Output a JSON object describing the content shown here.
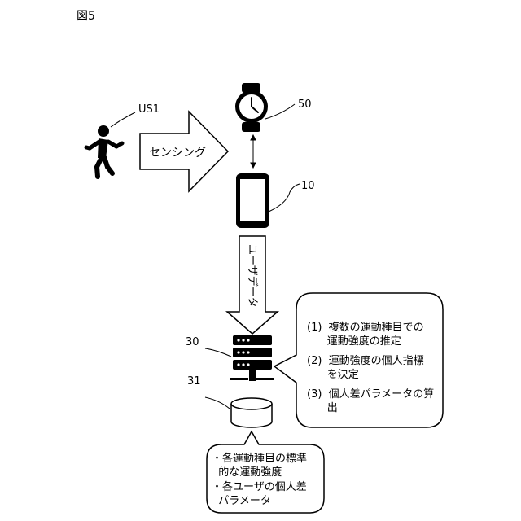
{
  "figure": {
    "title": "図5"
  },
  "labels": {
    "user_ref": "US1",
    "watch_ref": "50",
    "phone_ref": "10",
    "server_ref": "30",
    "db_ref": "31"
  },
  "arrows": {
    "sensing": "センシング",
    "user_data": "ユーザデータ"
  },
  "server_callout": {
    "lines": [
      "(1)  複数の運動種目での",
      "      運動強度の推定",
      "(2)  運動強度の個人指標",
      "      を決定",
      "(3)  個人差パラメータの算",
      "      出"
    ]
  },
  "db_callout": {
    "lines": [
      "・各運動種目の標準",
      "  的な運動強度",
      "・各ユーザの個人差",
      "  パラメータ"
    ]
  }
}
